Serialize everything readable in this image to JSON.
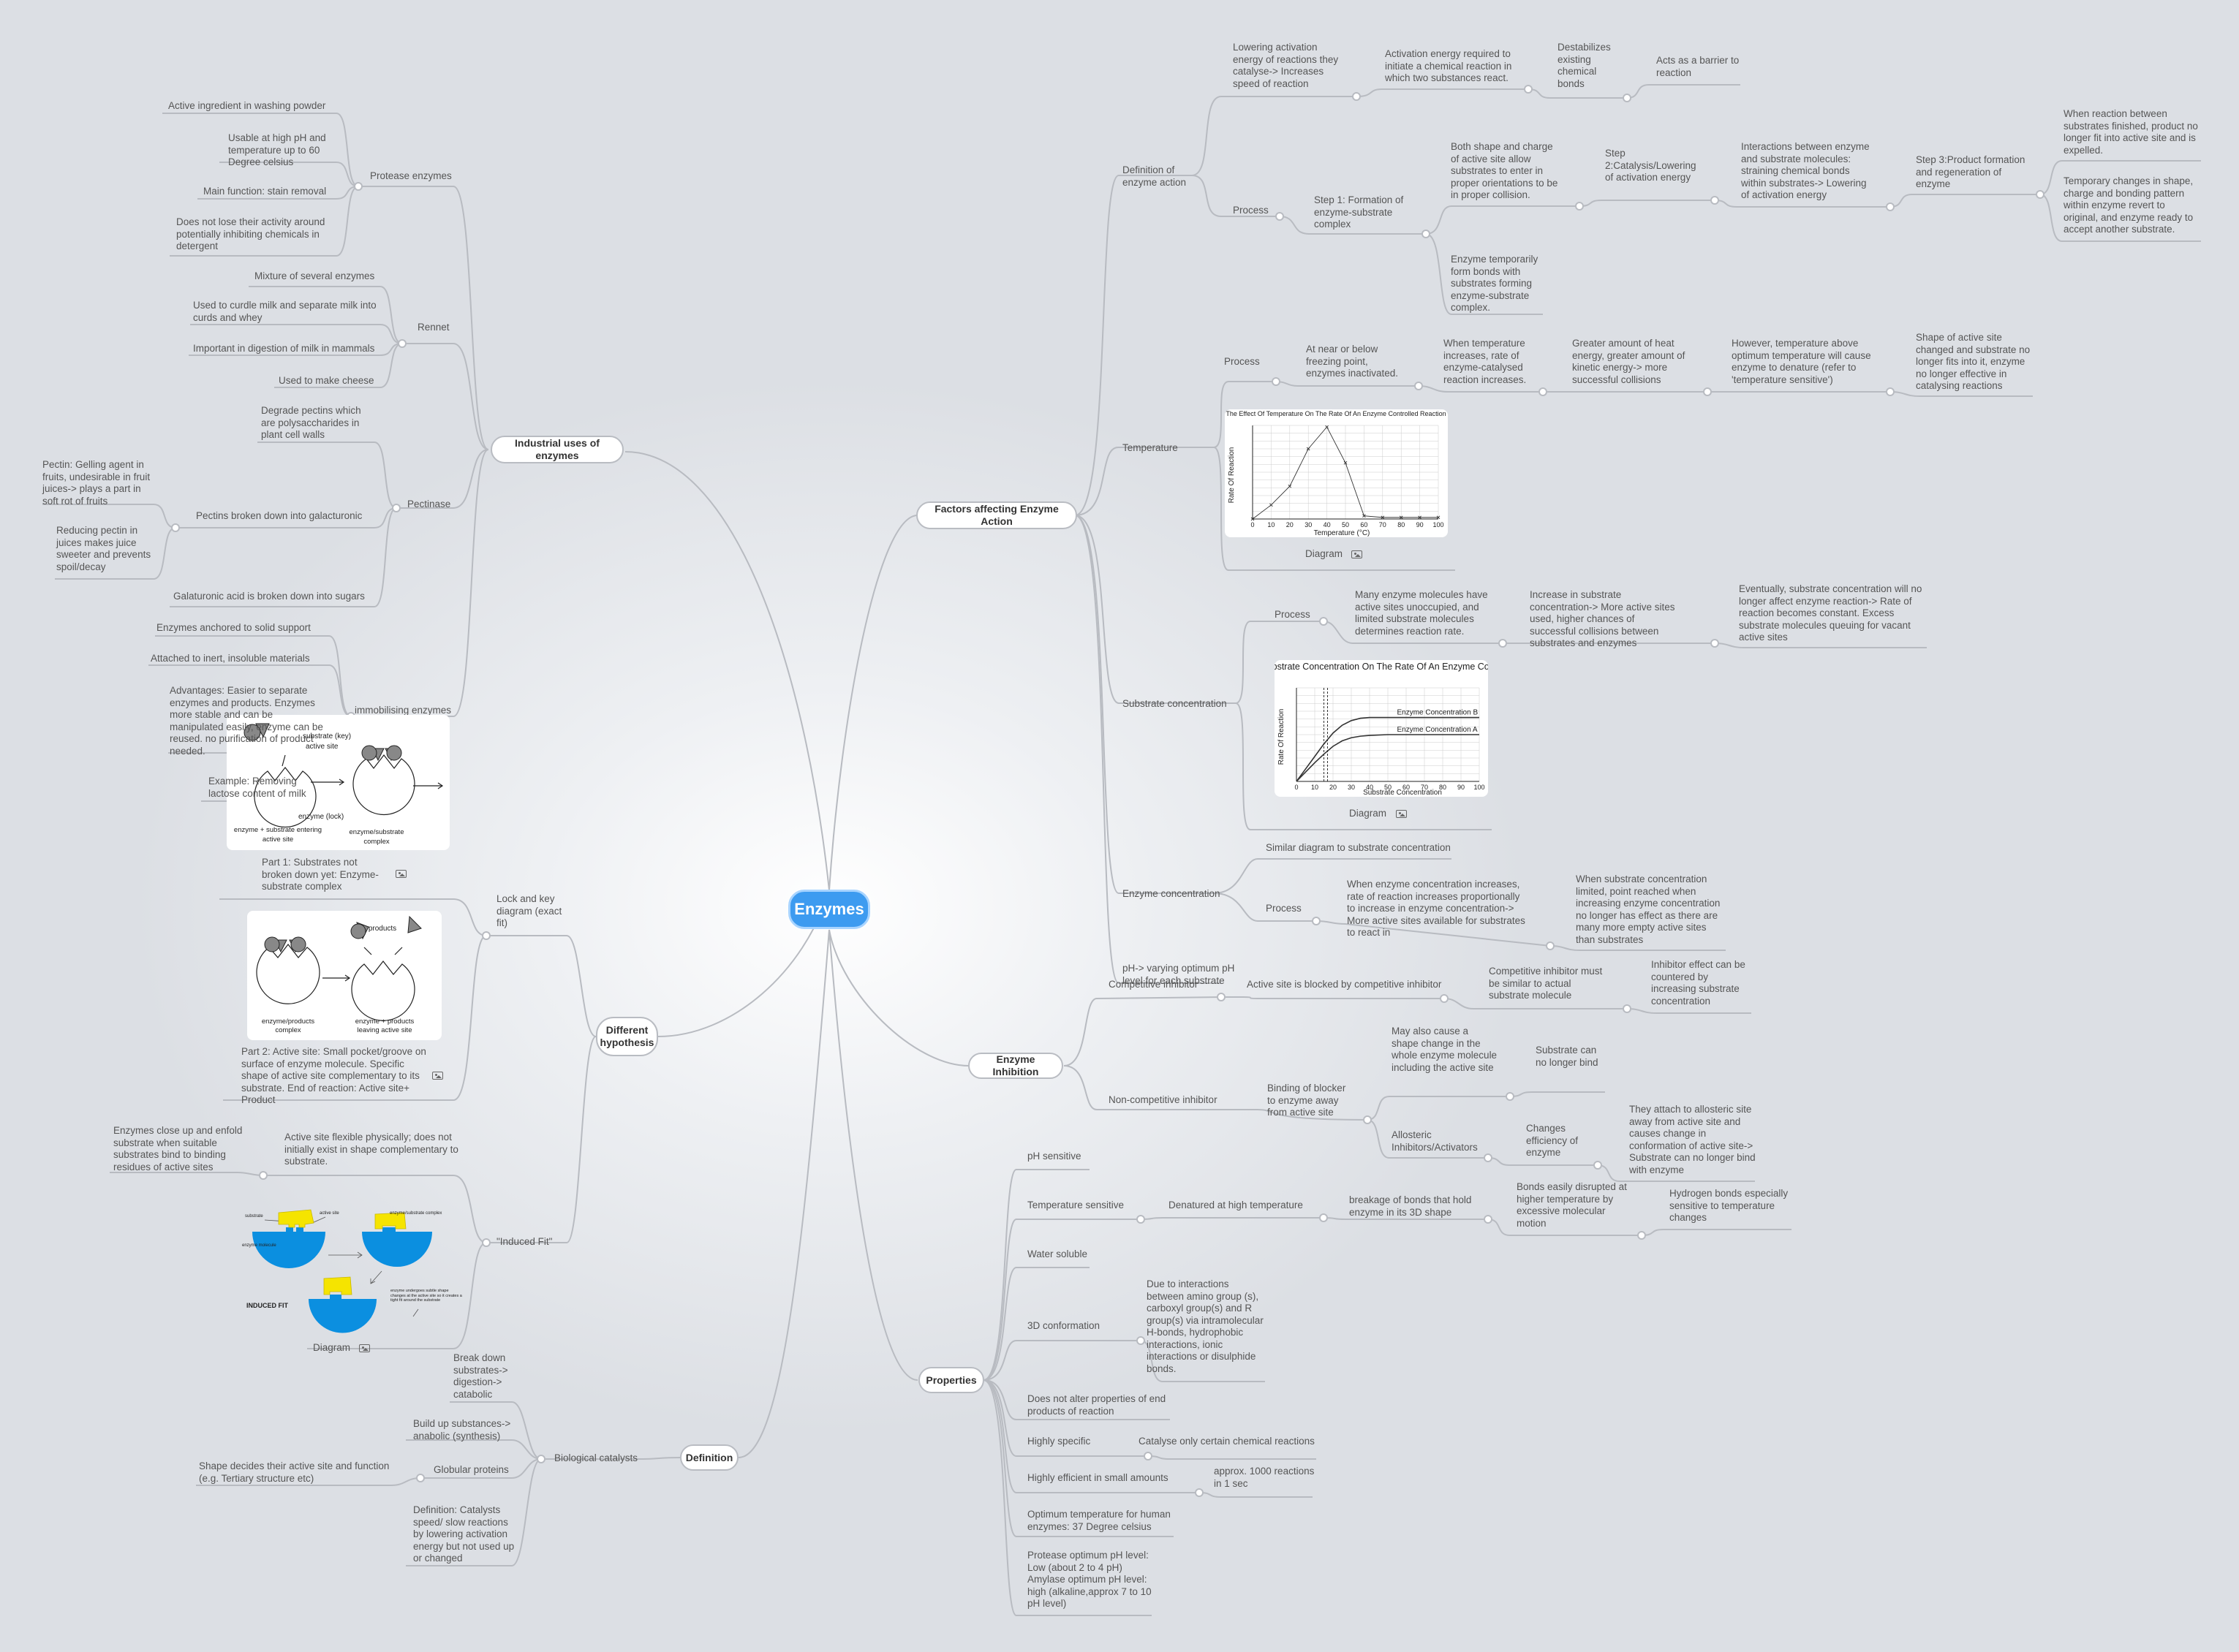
{
  "center": "Enzymes",
  "branches": {
    "factors": "Factors affecting Enzyme Action",
    "industrial": "Industrial uses of enzymes",
    "hypothesis": "Different hypothesis",
    "inhibition": "Enzyme Inhibition",
    "properties": "Properties",
    "definition": "Definition"
  },
  "factors": {
    "definition_label": "Definition of enzyme action",
    "def_lowering": "Lowering activation energy of reactions they catalyse-> Increases speed of reaction",
    "def_activation": "Activation energy required to initiate a chemical reaction in which two substances react.",
    "def_destabilizes": "Destabilizes existing chemical bonds",
    "def_barrier": "Acts as a barrier to reaction",
    "process_label": "Process",
    "step1": "Step 1: Formation of enzyme-substrate complex",
    "both_shape": "Both shape and charge of active site allow substrates to enter in proper orientations to be in proper collision.",
    "step2": "Step 2:Catalysis/Lowering of activation energy",
    "interactions": "Interactions between enzyme and substrate molecules: straining  chemical bonds within substrates-> Lowering of activation energy",
    "step3": "Step 3:Product formation and regeneration of enzyme",
    "when_finished": "When reaction between substrates finished, product no longer fit into active site and is expelled.",
    "temporary_changes": "Temporary changes in shape, charge and bonding pattern within enzyme revert to original, and enzyme ready to accept another substrate.",
    "enzyme_temp": "Enzyme temporarily form bonds with substrates forming enzyme-substrate complex.",
    "temperature_label": "Temperature",
    "temp_process": "Process",
    "temp_freezing": "At near or below freezing point, enzymes inactivated.",
    "temp_increase": "When temperature increases, rate of enzyme-catalysed reaction increases.",
    "temp_greater": "Greater amount of heat energy, greater amount of kinetic energy-> more successful collisions",
    "temp_however": "However, temperature above optimum temperature will cause enzyme to denature (refer to 'temperature sensitive')",
    "temp_shape": "Shape of active site changed and substrate no longer fits into it, enzyme no longer effective in catalysing reactions",
    "temp_diagram": "Diagram",
    "substrate_label": "Substrate concentration",
    "sub_process": "Process",
    "sub_many": "Many enzyme molecules have active sites unoccupied, and limited substrate molecules determines reaction rate.",
    "sub_increase": "Increase in substrate concentration-> More active sites used, higher chances of successful collisions between substrates and enzymes",
    "sub_eventually": "Eventually, substrate concentration will no longer affect enzyme reaction-> Rate of reaction becomes constant. Excess substrate molecules queuing for vacant active sites",
    "sub_diagram": "Diagram",
    "enzconc_label": "Enzyme concentration",
    "enz_similar": "Similar diagram to substrate concentration",
    "enz_process": "Process",
    "enz_when": "When enzyme concentration increases, rate of reaction increases proportionally to increase in enzyme concentration-> More active sites available for substrates to react in",
    "enz_limited": "When substrate concentration limited, point reached when increasing enzyme concentration no longer has effect as there are many more empty active sites than substrates",
    "ph_label": "pH-> varying optimum pH level for each substrate"
  },
  "temp_chart": {
    "title": "The Effect Of Temperature On The Rate Of An Enzyme Controlled Reaction",
    "xlabel": "Temperature (°C)",
    "ylabel": "Rate Of Reaction"
  },
  "sub_chart": {
    "title": "The Effect Of Substrate Concentration On The Rate Of An Enzyme Controlled Reaction",
    "xlabel": "Substrate Concentration",
    "ylabel": "Rate Of Reaction",
    "curve_b": "Enzyme Concentration B",
    "curve_a": "Enzyme Concentration A"
  },
  "chart_data": [
    {
      "type": "line",
      "title": "The Effect Of Temperature On The Rate Of An Enzyme Controlled Reaction",
      "xlabel": "Temperature (°C)",
      "ylabel": "Rate Of Reaction",
      "x": [
        0,
        10,
        20,
        30,
        40,
        50,
        60,
        70,
        80,
        90,
        100
      ],
      "values": [
        0,
        1.8,
        4.2,
        9,
        11.8,
        7.2,
        0.4,
        0.2,
        0.2,
        0.2,
        0.2
      ],
      "xlim": [
        0,
        100
      ],
      "ylim": [
        0,
        12
      ],
      "xticks": [
        "0",
        "10",
        "20",
        "30",
        "40",
        "50",
        "60",
        "70",
        "80",
        "90",
        "100"
      ]
    },
    {
      "type": "line",
      "title": "The Effect Of Substrate Concentration On The Rate Of An Enzyme Controlled Reaction",
      "xlabel": "Substrate Concentration",
      "ylabel": "Rate Of Reaction",
      "x": [
        0,
        5,
        10,
        15,
        20,
        25,
        30,
        35,
        40,
        50,
        60,
        70,
        80,
        90,
        100
      ],
      "series": [
        {
          "name": "Enzyme Concentration B",
          "values": [
            0,
            1.6,
            3.2,
            4.8,
            6.2,
            7.2,
            7.8,
            8.1,
            8.2,
            8.2,
            8.2,
            8.2,
            8.2,
            8.2,
            8.2
          ]
        },
        {
          "name": "Enzyme Concentration A",
          "values": [
            0,
            1.2,
            2.4,
            3.5,
            4.5,
            5.2,
            5.6,
            5.8,
            5.9,
            6,
            6,
            6,
            6,
            6,
            6
          ]
        }
      ],
      "xlim": [
        0,
        100
      ],
      "ylim": [
        0,
        12
      ],
      "xticks": [
        "0",
        "10",
        "20",
        "30",
        "40",
        "50",
        "60",
        "70",
        "80",
        "90",
        "100"
      ]
    }
  ],
  "industrial": {
    "protease_label": "Protease enzymes",
    "protease_active": "Active ingredient in washing powder",
    "protease_usable": "Usable at high pH and temperature up to 60 Degree celsius",
    "protease_main": "Main function: stain removal",
    "protease_not_lose": "Does not lose their activity around potentially inhibiting chemicals in detergent",
    "rennet_label": "Rennet",
    "rennet_mixture": "Mixture of several enzymes",
    "rennet_curdle": "Used to curdle milk and separate milk into curds and whey",
    "rennet_important": "Important in digestion of milk in mammals",
    "rennet_cheese": "Used to make cheese",
    "pectinase_label": "Pectinase",
    "pect_degrade": "Degrade pectins which are polysaccharides in plant cell walls",
    "pect_broken": "Pectins broken down into galacturonic",
    "pect_gelling": "Pectin: Gelling agent in fruits, undesirable in fruit juices-> plays a part in soft rot of fruits",
    "pect_reducing": "Reducing pectin in juices makes juice sweeter and prevents spoil/decay",
    "pect_sugars": "Galaturonic acid is broken down into sugars",
    "immob_label": "immobilising enzymes",
    "immob_anchored": "Enzymes anchored to solid support",
    "immob_attached": "Attached to inert, insoluble materials",
    "immob_advantages": "Advantages: Easier to separate enzymes and products. Enzymes more stable and can be manipulated easily, enzyme can be reused. no purification of product needed.",
    "immob_example": "Example: Removing lactose content of milk"
  },
  "hypothesis": {
    "lock_label": "Lock and key diagram (exact fit)",
    "part1": "Part 1: Substrates not broken down yet: Enzyme-substrate complex",
    "part2": "Part 2: Active site: Small pocket/groove on surface of enzyme molecule. Specific shape of active site complementary to its substrate. End of reaction: Active site+ Product",
    "induced_label": "\"Induced Fit\"",
    "induced_flexible": "Active site flexible physically; does not initially exist in shape complementary to substrate.",
    "induced_close": "Enzymes close up and enfold substrate when suitable substrates bind to binding residues of active sites",
    "induced_diagram": "Diagram"
  },
  "lock_img1": {
    "substrate_key": "substrate (key)",
    "active_site": "active site",
    "enzyme_lock": "enzyme (lock)",
    "caption1": "enzyme + substrate entering",
    "caption1b": "active site",
    "caption2": "enzyme/substrate",
    "caption2b": "complex"
  },
  "lock_img2": {
    "products": "products",
    "caption1": "enzyme/products",
    "caption1b": "complex",
    "caption2": "enzyme + products",
    "caption2b": "leaving active site"
  },
  "induced_img": {
    "substrate": "substrate",
    "active_site": "active site",
    "complex": "enzyme/substrate complex",
    "enzyme_molecule": "enzyme molecule",
    "title": "INDUCED FIT",
    "note": "enzyme undergoes subtle shape changes at the active site so it creates a tight fit around the substrate"
  },
  "inhibition": {
    "competitive_label": "Competitive inhibitor",
    "comp_blocked": "Active site is blocked by competitive inhibitor",
    "comp_similar": "Competitive inhibitor must be similar to actual substrate molecule",
    "comp_countered": "Inhibitor effect can be countered by increasing substrate concentration",
    "noncomp_label": "Non-competitive inhibitor",
    "nc_binding": "Binding of blocker to enzyme away from active site",
    "nc_may": "May also cause a shape change in the whole enzyme molecule including the active site",
    "nc_cannot": "Substrate can no longer bind",
    "nc_allosteric": "Allosteric Inhibitors/Activators",
    "nc_changes": "Changes efficiency of enzyme",
    "nc_attach": "They attach to allosteric site away from active site and causes change in conformation of active site-> Substrate can no longer bind with enzyme"
  },
  "properties": {
    "ph": "pH sensitive",
    "temp": "Temperature sensitive",
    "denatured": "Denatured at high temperature",
    "breakage": "breakage of bonds that hold enzyme in its 3D shape",
    "bonds_disrupted": "Bonds easily disrupted at higher temperature by excessive molecular motion",
    "hydrogen": "Hydrogen bonds especially sensitive to temperature changes",
    "water": "Water soluble",
    "conformation": "3D conformation",
    "due_to": "Due to interactions between amino group (s), carboxyl group(s) and R group(s) via intramolecular H-bonds, hydrophobic interactions, ionic interactions or disulphide bonds.",
    "not_alter": "Does not alter properties of end products of reaction",
    "specific": "Highly specific",
    "catalyse_only": "Catalyse only certain chemical reactions",
    "efficient": "Highly efficient in small amounts",
    "approx": "approx. 1000 reactions in 1 sec",
    "optimum": "Optimum temperature for human enzymes: 37 Degree celsius",
    "protease_ph": "Protease optimum pH level: Low (about 2 to 4 pH) Amylase optimum pH level: high (alkaline,approx 7 to 10 pH level)"
  },
  "definition": {
    "bio_label": "Biological catalysts",
    "break_down": "Break down substrates-> digestion-> catabolic",
    "build_up": "Build up substances-> anabolic (synthesis)",
    "globular": "Globular proteins",
    "shape_decides": "Shape decides their active site and function (e.g. Tertiary structure etc)",
    "def_catalysts": "Definition: Catalysts speed/ slow reactions by lowering activation energy but not used up or changed"
  },
  "colors": {
    "central": "#3d9bf0",
    "line": "#b8bbc1",
    "yellow": "#f5e400",
    "blue": "#0b8fe0"
  }
}
